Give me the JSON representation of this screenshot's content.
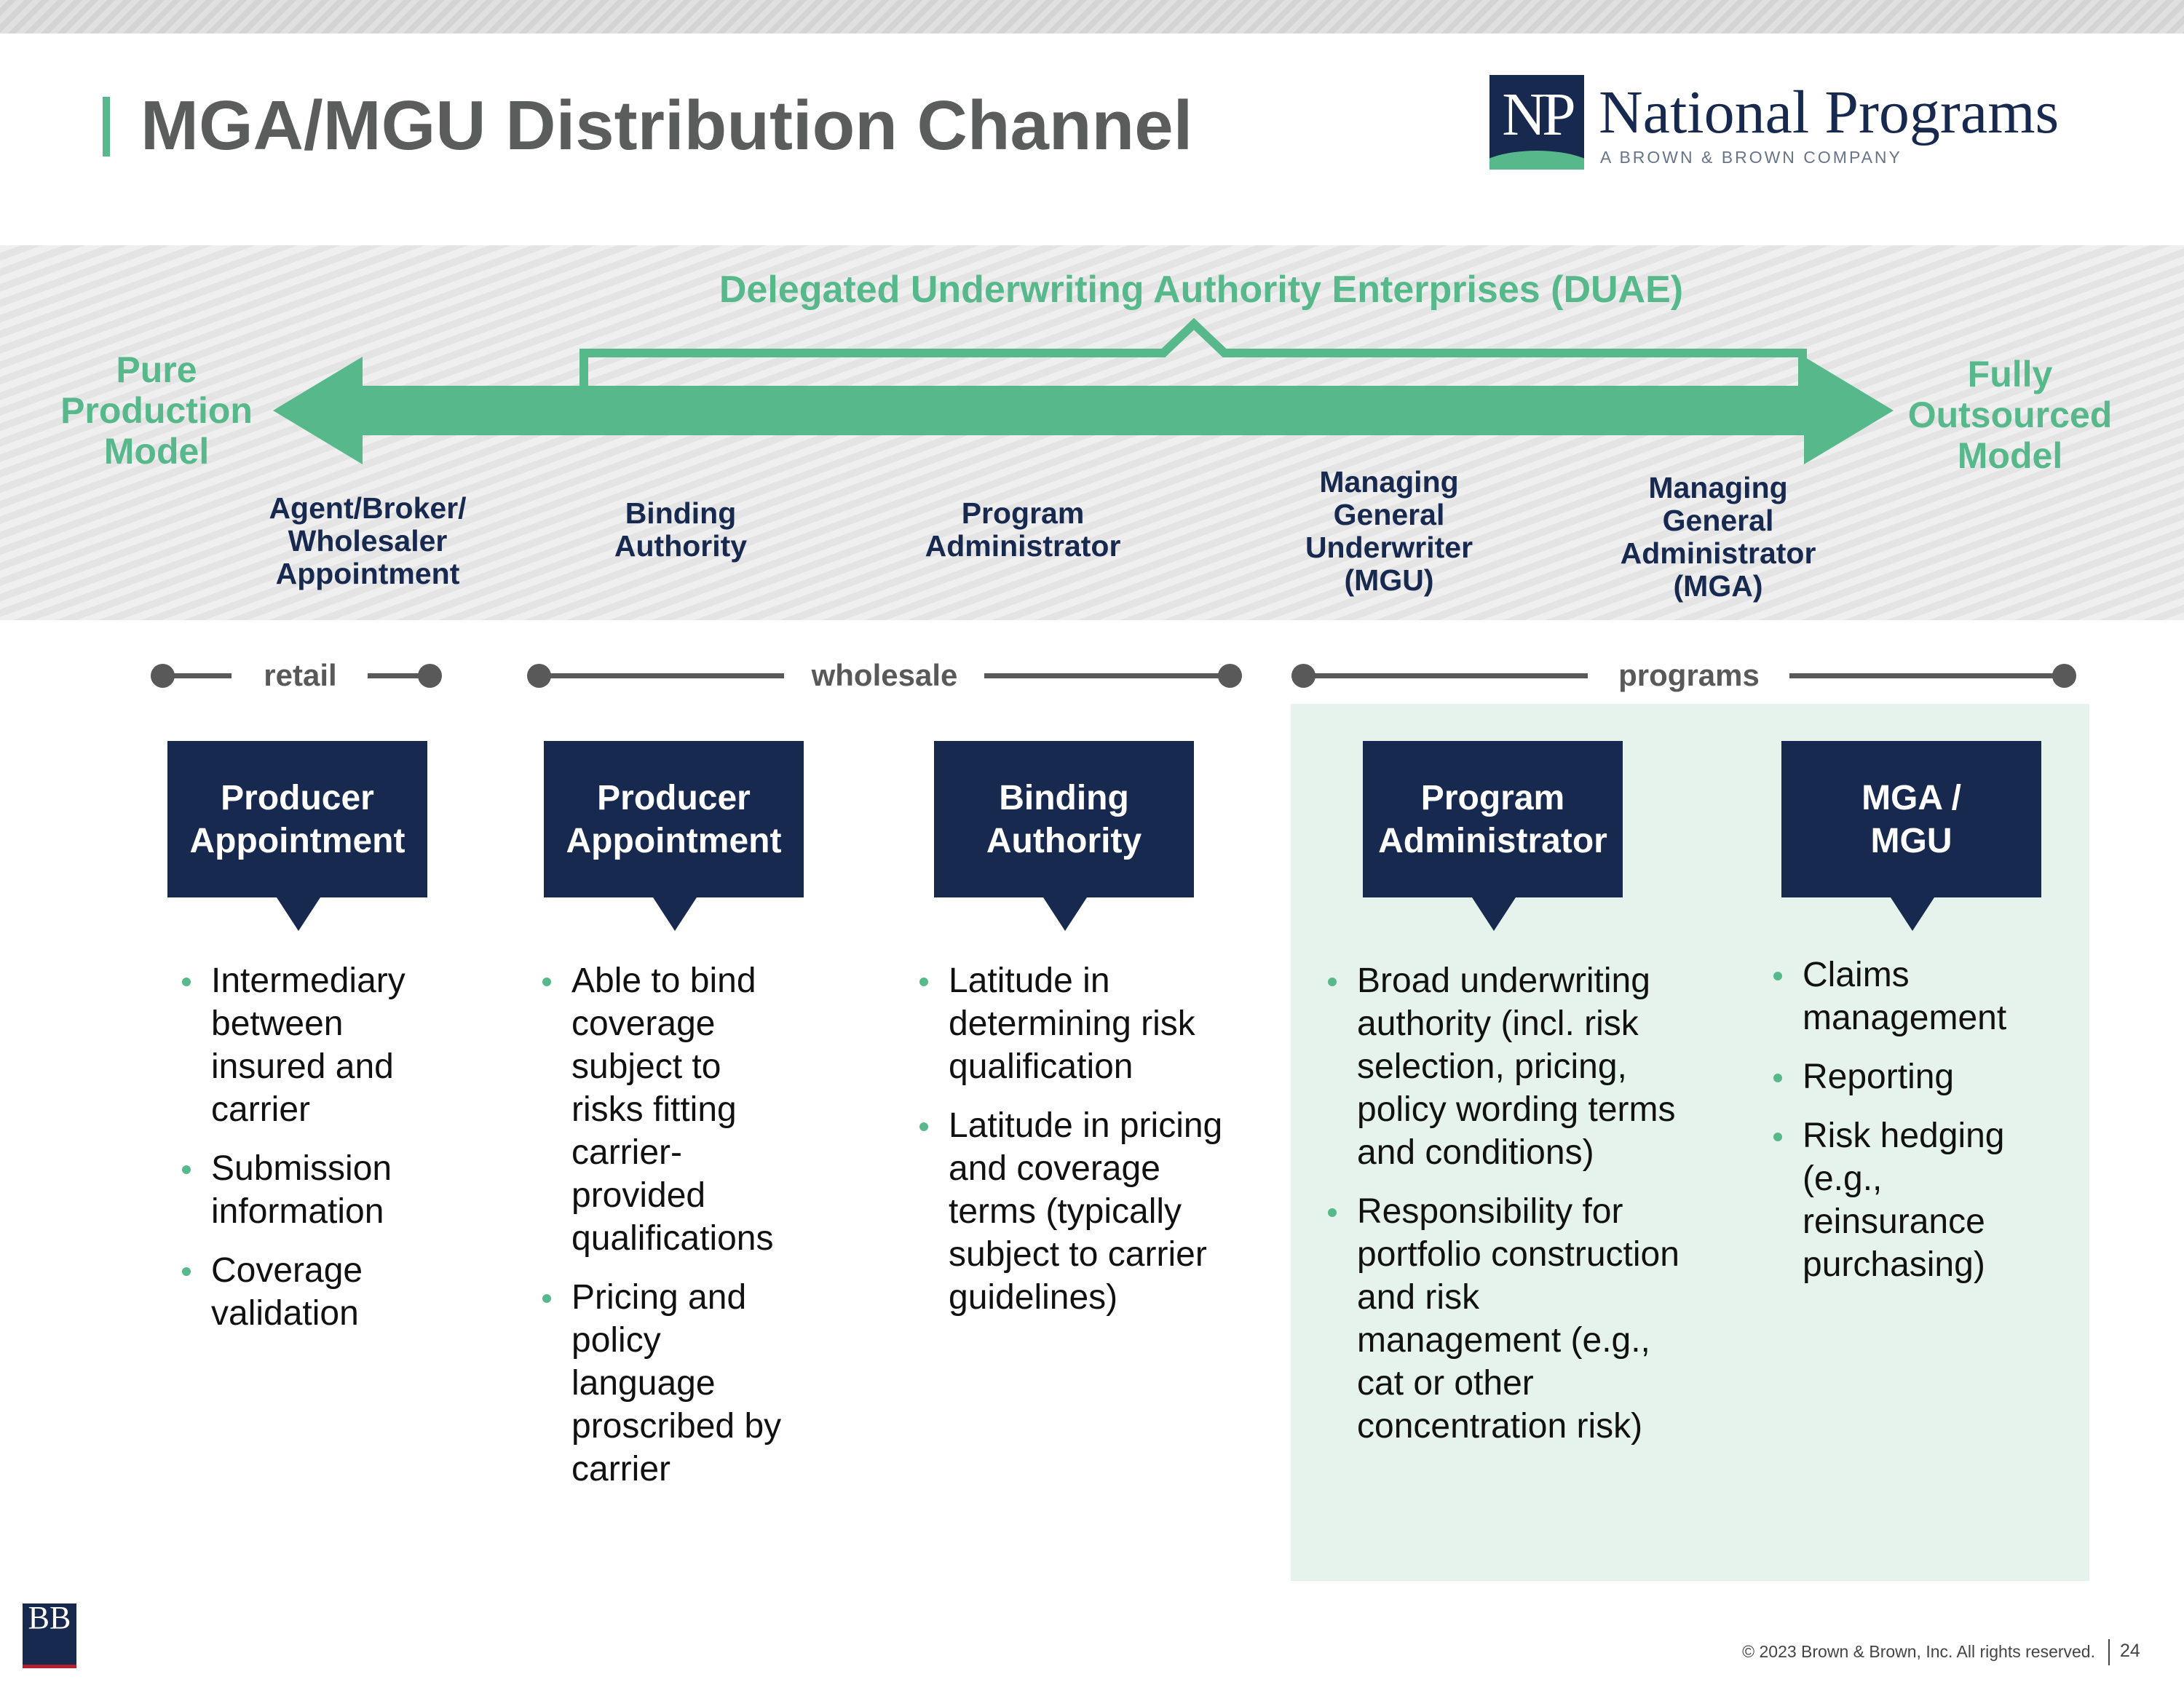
{
  "title": "MGA/MGU Distribution Channel",
  "logo": {
    "initials": "NP",
    "name": "National Programs",
    "subtitle": "A BROWN & BROWN COMPANY"
  },
  "spectrum": {
    "heading": "Delegated Underwriting Authority Enterprises (DUAE)",
    "left_end": [
      "Pure",
      "Production",
      "Model"
    ],
    "right_end": [
      "Fully",
      "Outsourced",
      "Model"
    ],
    "stages": [
      [
        "Agent/Broker/",
        "Wholesaler",
        "Appointment"
      ],
      [
        "Binding",
        "Authority"
      ],
      [
        "Program",
        "Administrator"
      ],
      [
        "Managing",
        "General",
        "Underwriter",
        "(MGU)"
      ],
      [
        "Managing",
        "General",
        "Administrator",
        "(MGA)"
      ]
    ]
  },
  "segments": {
    "retail": "retail",
    "wholesale": "wholesale",
    "programs": "programs"
  },
  "columns": [
    {
      "box": [
        "Producer",
        "Appointment"
      ],
      "bullets": [
        "Intermediary between insured and carrier",
        "Submission information",
        "Coverage validation"
      ]
    },
    {
      "box": [
        "Producer",
        "Appointment"
      ],
      "bullets": [
        "Able to bind coverage subject to risks fitting carrier-provided qualifications",
        "Pricing and policy language proscribed by carrier"
      ]
    },
    {
      "box": [
        "Binding",
        "Authority"
      ],
      "bullets": [
        "Latitude in determining risk qualification",
        "Latitude in pricing and coverage terms (typically subject to carrier guidelines)"
      ]
    },
    {
      "box": [
        "Program",
        "Administrator"
      ],
      "bullets": [
        "Broad underwriting authority (incl. risk selection, pricing, policy wording terms and conditions)",
        "Responsibility for portfolio construction and risk management (e.g., cat or other concentration risk)"
      ]
    },
    {
      "box": [
        "MGA /",
        "MGU"
      ],
      "bullets": [
        "Claims management",
        "Reporting",
        "Risk hedging (e.g., reinsurance purchasing)"
      ]
    }
  ],
  "footer": {
    "bb_logo": "BB",
    "copyright": "© 2023 Brown & Brown, Inc. All rights reserved.",
    "page_number": "24"
  },
  "colors": {
    "navy": "#17294f",
    "green": "#57b98b",
    "light_green": "#e5f3ec",
    "gray_text": "#5a5d5c"
  }
}
